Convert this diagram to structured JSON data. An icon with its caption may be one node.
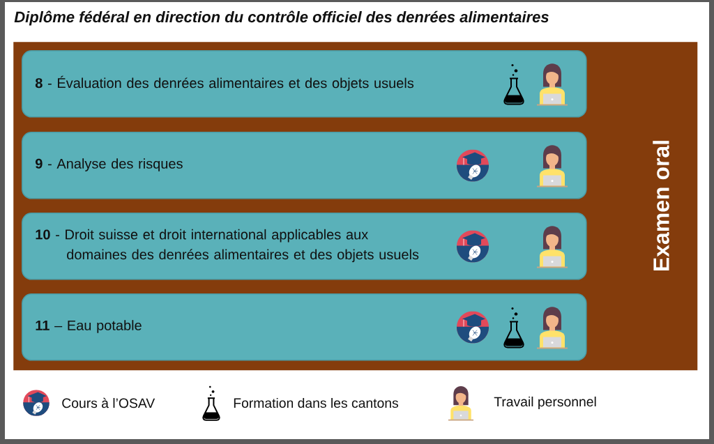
{
  "diagram": {
    "title": "Diplôme fédéral en direction du contrôle officiel des denrées alimentaires",
    "nodes": [
      {
        "text": [
          "Examen oral"
        ]
      },
      {
        "text": [
          "**8** - Évaluation des denrées alimentaires et des objets usuels"
        ],
        "in": 0
      },
      {
        "text": [
          "**9** - Analyse des risques"
        ],
        "in": 0
      },
      {
        "text": [
          "**10** - Droit suisse et droit international applicables aux domaines des denrées alimentaires et des objets usuels"
        ],
        "in": 0
      },
      {
        "text": [
          "**11** – Eau potable"
        ],
        "in": 0
      }
    ],
    "legend": [
      {
        "text": "Cours à l’OSAV"
      },
      {
        "text": "Formation dans les cantons"
      },
      {
        "text": "Travail personnel"
      }
    ]
  }
}
